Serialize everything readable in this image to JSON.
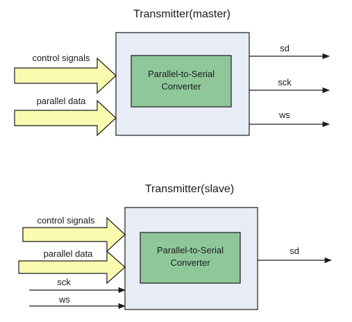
{
  "colors": {
    "outer_box_fill": "#e8ecf6",
    "inner_box_fill": "#8fc79b",
    "arrow_fill": "#fbfbb0",
    "stroke": "#1a1a1a"
  },
  "master": {
    "title": "Transmitter(master)",
    "inputs": {
      "control_signals": "control signals",
      "parallel_data": "parallel data"
    },
    "converter": {
      "line1": "Parallel-to-Serial",
      "line2": "Converter"
    },
    "outputs": {
      "sd": "sd",
      "sck": "sck",
      "ws": "ws"
    }
  },
  "slave": {
    "title": "Transmitter(slave)",
    "inputs": {
      "control_signals": "control signals",
      "parallel_data": "parallel data",
      "sck": "sck",
      "ws": "ws"
    },
    "converter": {
      "line1": "Parallel-to-Serial",
      "line2": "Converter"
    },
    "outputs": {
      "sd": "sd"
    }
  }
}
